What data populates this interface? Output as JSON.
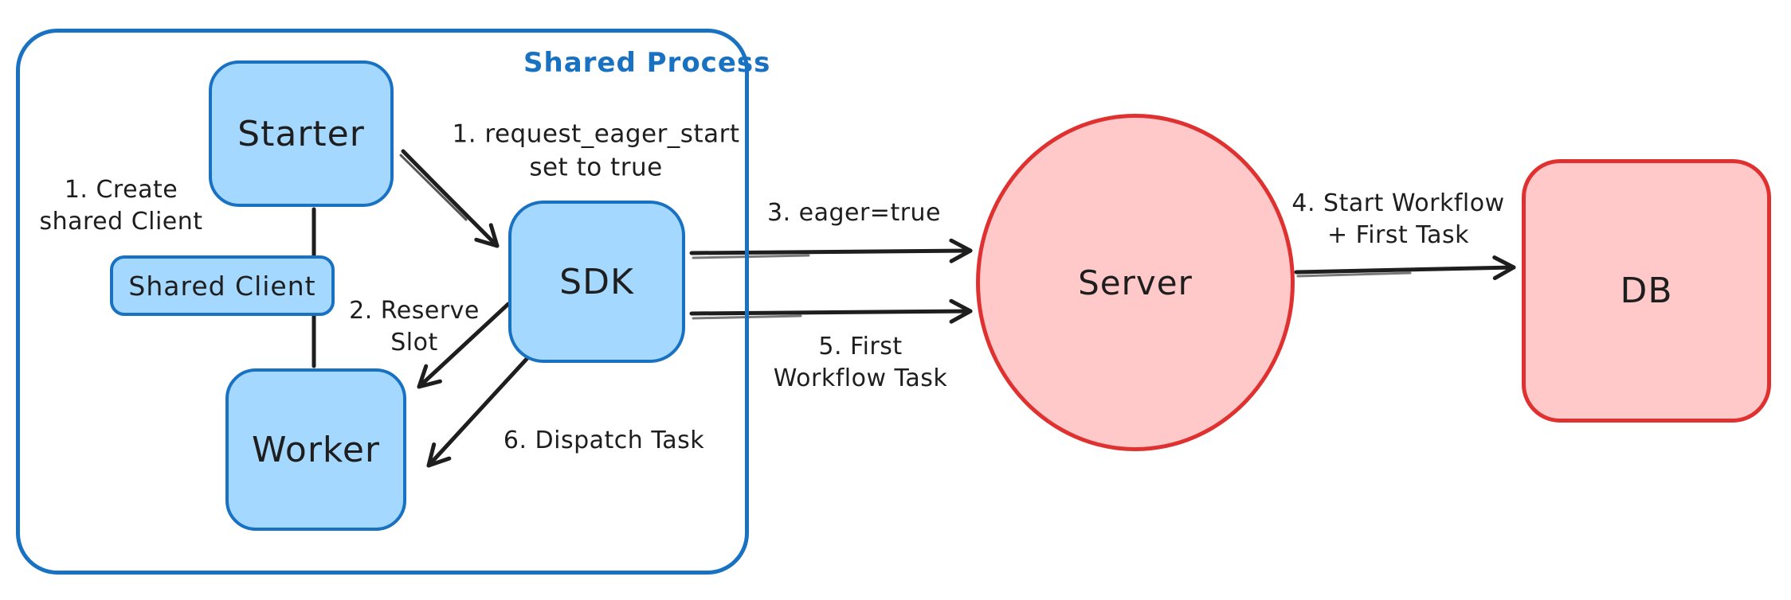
{
  "diagram_title": "Shared Process",
  "nodes": {
    "starter": {
      "label": "Starter"
    },
    "shared_client": {
      "label": "Shared Client"
    },
    "worker": {
      "label": "Worker"
    },
    "sdk": {
      "label": "SDK"
    },
    "server": {
      "label": "Server"
    },
    "db": {
      "label": "DB"
    }
  },
  "annotations": {
    "create_shared_client": "1. Create\nshared Client",
    "request_eager_start": "1. request_eager_start\nset to true",
    "reserve_slot": "2. Reserve\nSlot",
    "eager_true": "3. eager=true",
    "start_workflow_first_task": "4. Start Workflow\n+ First Task",
    "first_workflow_task": "5. First\nWorkflow Task",
    "dispatch_task": "6. Dispatch Task"
  },
  "colors": {
    "blue_stroke": "#1971c2",
    "blue_fill": "#a5d8ff",
    "red_stroke": "#e03131",
    "red_fill": "#ffc9c9",
    "ink": "#1e1e1e",
    "canvas_background": "#ffffff"
  }
}
